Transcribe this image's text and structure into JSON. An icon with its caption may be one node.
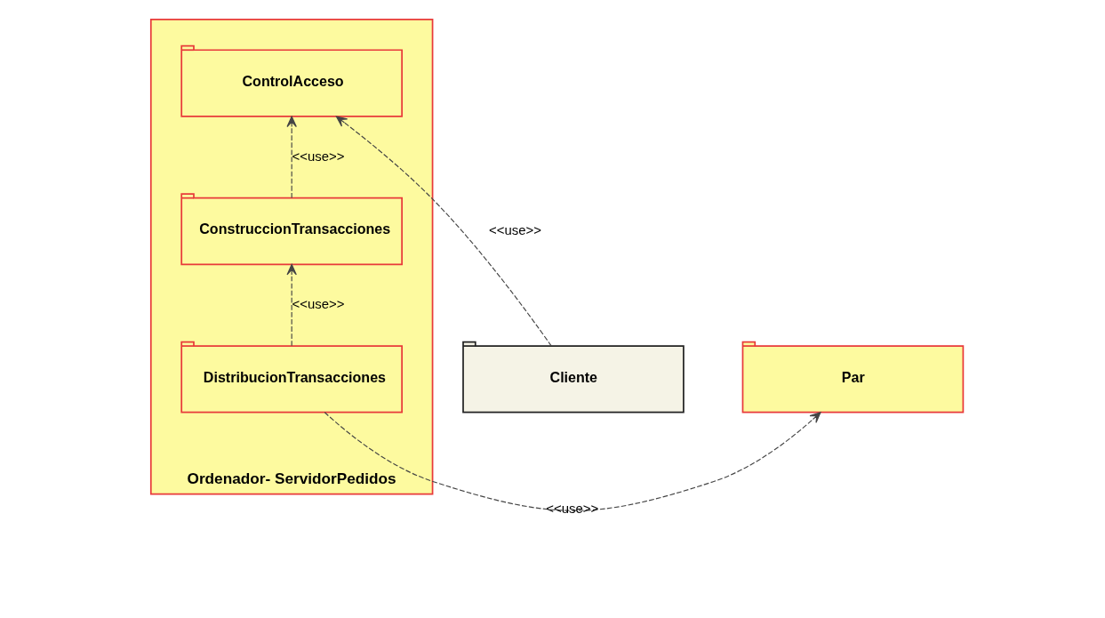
{
  "diagram": {
    "nodes": [
      {
        "text": [
          "Ordenador- ServidorPedidos"
        ]
      },
      {
        "text": [
          "Cliente"
        ]
      },
      {
        "text": [
          "ControlAcceso"
        ],
        "in": 0
      },
      {
        "text": [
          "ConstruccionTransacciones"
        ],
        "in": 0
      },
      {
        "text": [
          "DistribucionTransacciones"
        ],
        "in": 0
      },
      {
        "text": [
          "Par"
        ]
      }
    ],
    "edges": [
      {
        "from": 1,
        "to": 2,
        "arrow": "to",
        "style": "dashed",
        "label": "<<use>>"
      },
      {
        "from": 3,
        "to": 2,
        "arrow": "to",
        "style": "dashed",
        "label": "<<use>>"
      },
      {
        "from": 4,
        "to": 3,
        "arrow": "to",
        "style": "dashed",
        "label": "<<use>>"
      },
      {
        "from": 4,
        "to": 5,
        "arrow": "to",
        "style": "dashed",
        "label": "<<use>>"
      }
    ]
  }
}
